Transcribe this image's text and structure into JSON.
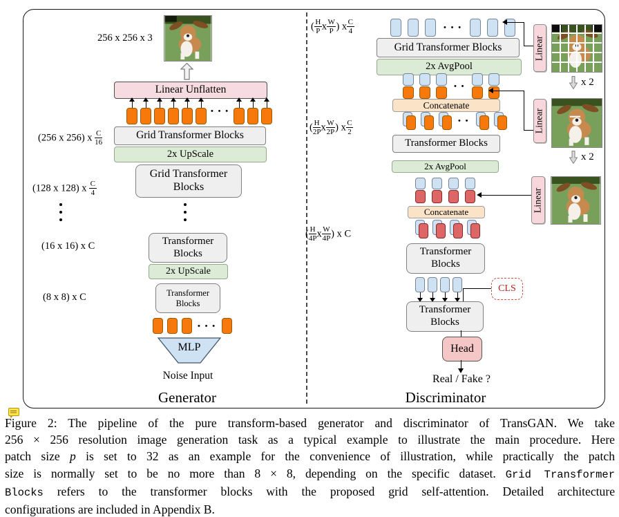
{
  "figure": {
    "generator": {
      "section_label": "Generator",
      "output_dim": "256 x 256 x 3",
      "linear_unflatten": "Linear Unflatten",
      "grid_transformer_blocks": "Grid Transformer Blocks",
      "transformer_blocks": "Transformer Blocks",
      "upscale": "2x UpScale",
      "mlp": "MLP",
      "noise_input": "Noise Input",
      "dims": {
        "d1_prefix": "(256 x 256) x",
        "d1_num": "C",
        "d1_den": "16",
        "d2_prefix": "(128 x 128) x",
        "d2_num": "C",
        "d2_den": "4",
        "d3": "(16 x 16) x C",
        "d4": "(8 x 8) x C"
      }
    },
    "discriminator": {
      "section_label": "Discriminator",
      "grid_transformer_blocks": "Grid Transformer Blocks",
      "transformer_blocks": "Transformer Blocks",
      "avgpool": "2x AvgPool",
      "concatenate": "Concatenate",
      "cls": "CLS",
      "head": "Head",
      "real_fake": "Real / Fake ?",
      "linear": "Linear",
      "x2": "x 2",
      "dims": {
        "d1": {
          "open": "(",
          "f1n": "H",
          "f1d": "P",
          "mid": "x",
          "f2n": "W",
          "f2d": "P",
          "close": ") x",
          "f3n": "C",
          "f3d": "4"
        },
        "d2": {
          "open": "(",
          "f1n": "H",
          "f1d": "2P",
          "mid": "x",
          "f2n": "W",
          "f2d": "2P",
          "close": ") x",
          "f3n": "C",
          "f3d": "2"
        },
        "d3": {
          "open": "(",
          "f1n": "H",
          "f1d": "4P",
          "mid": "x",
          "f2n": "W",
          "f2d": "4P",
          "close": ") x C"
        }
      }
    },
    "glyphs": {
      "hdots3": "• • •",
      "hdots2": "• •"
    }
  },
  "caption": {
    "lines": [
      {
        "a": "Figure 2: The pipeline of the pure transform-based generator and discriminator of TransGAN. We take"
      },
      {
        "a": "256 × 256 resolution image generation task as a typical example to illustrate the main procedure. Here"
      },
      {
        "a": "patch size ",
        "i": "p",
        "b": " is set to 32 as an example for the convenience of illustration, while practically the patch"
      },
      {
        "a": "size is normally set to be no more than 8 × 8, depending on the specific dataset. ",
        "m": "Grid Transformer"
      },
      {
        "m": "Blocks",
        "a": " refers to the transformer blocks with the proposed grid self-attention. Detailed architecture"
      },
      {
        "a": "configurations are included in Appendix B."
      }
    ]
  }
}
